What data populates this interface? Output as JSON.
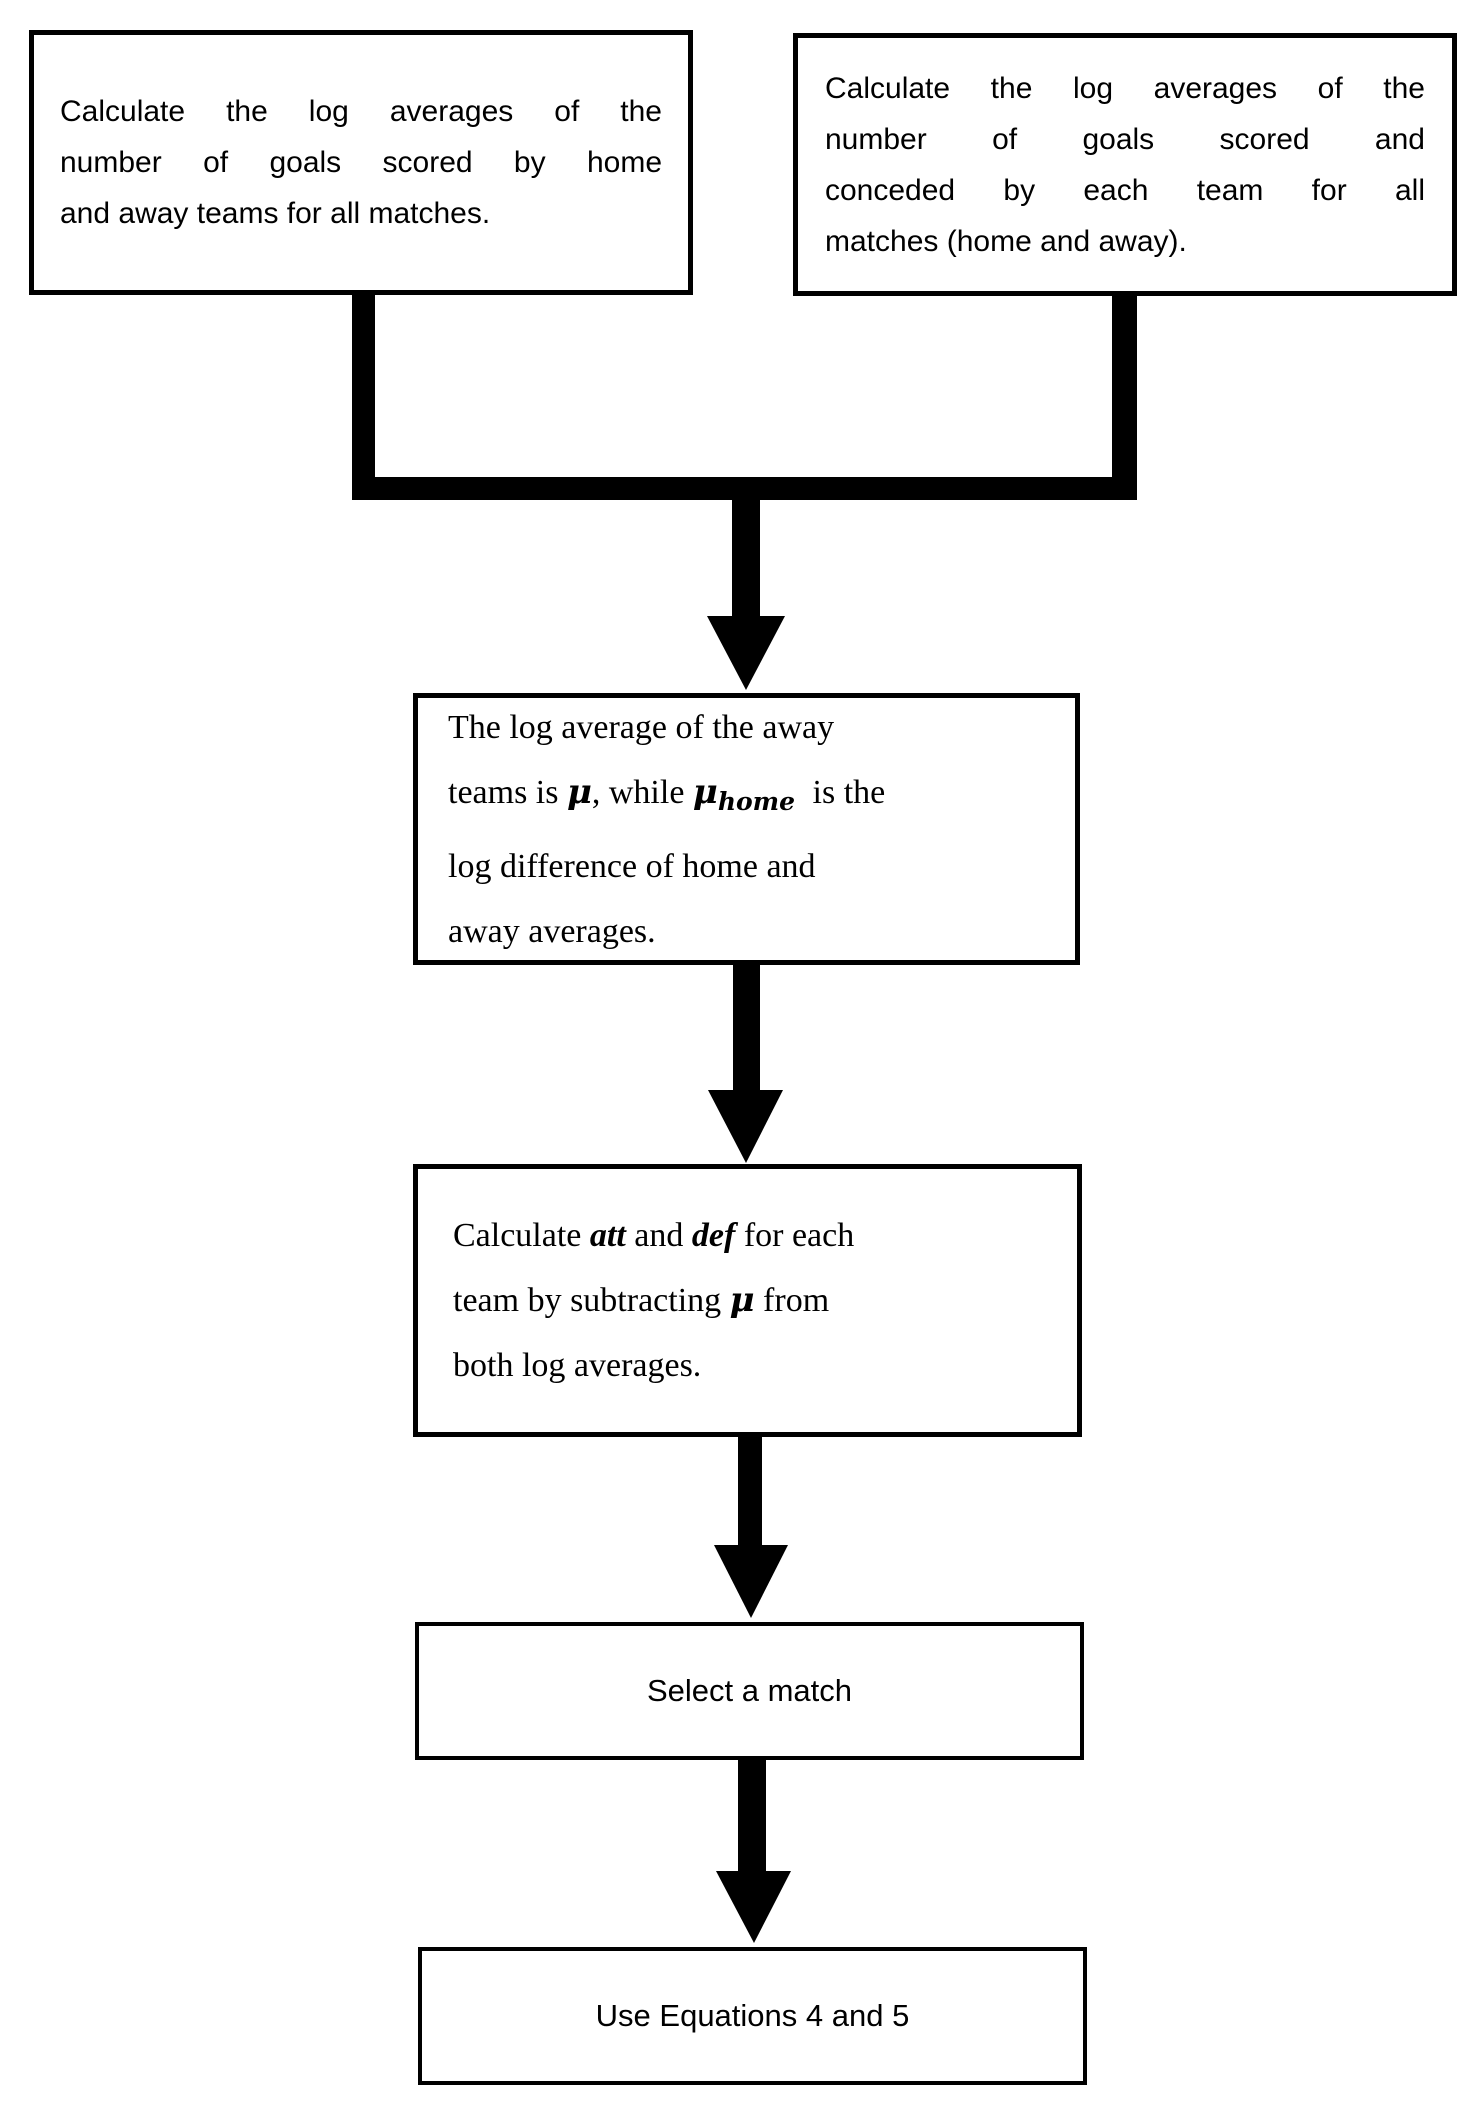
{
  "colors": {
    "ink": "#000000",
    "background": "#ffffff"
  },
  "flow": {
    "calc_home_away": {
      "lines": [
        "Calculate the log averages of the",
        "number of goals scored by home",
        "and away teams for all matches."
      ]
    },
    "calc_scored_conceded": {
      "lines": [
        "Calculate the log averages of the",
        "number of goals scored and",
        "conceded by each team for all",
        "matches (home and away)."
      ]
    },
    "mu_definition": {
      "line1": "The log average of the away",
      "line2": {
        "p1": "teams is ",
        "mu1": "μ",
        "p2": ", while ",
        "mu2": "μ",
        "sub": "home",
        "p3": " is the"
      },
      "line3": "log difference of home and",
      "line4": "away averages."
    },
    "att_def": {
      "line1": {
        "p1": "Calculate ",
        "att": "att",
        "p2": " and ",
        "def": "def",
        "p3": " for each"
      },
      "line2": {
        "p1": "team by subtracting ",
        "mu": "μ",
        "p2": " from"
      },
      "line3": "both log averages."
    },
    "select_match": {
      "label": "Select a match"
    },
    "use_equations": {
      "label": "Use Equations 4 and 5"
    }
  }
}
